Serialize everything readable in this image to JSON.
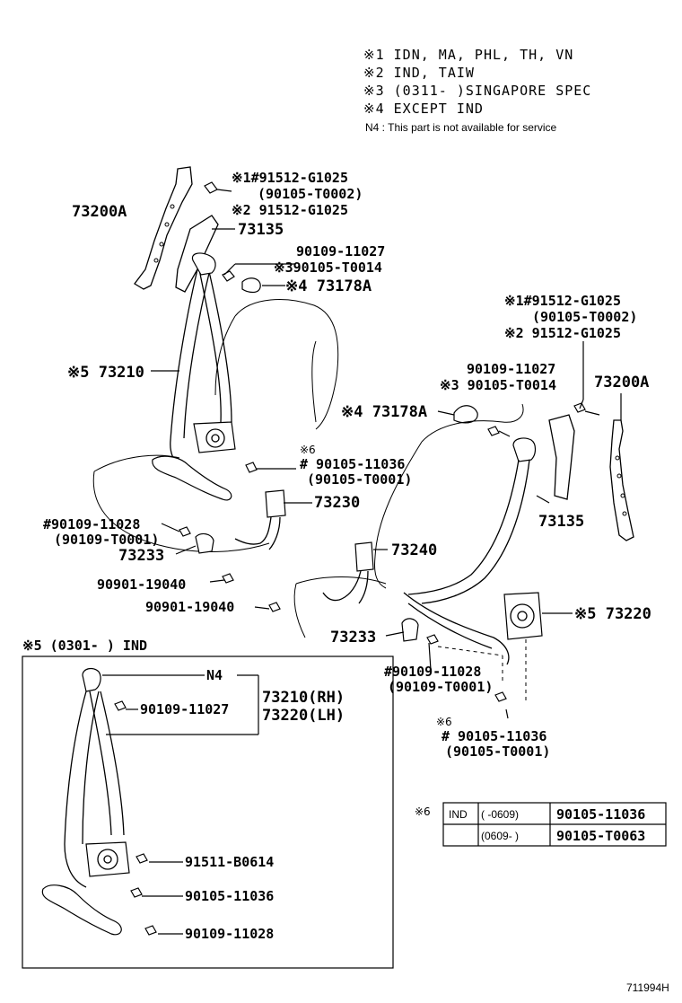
{
  "notes": [
    {
      "mark": "※1",
      "text": "IDN, MA, PHL, TH, VN"
    },
    {
      "mark": "※2",
      "text": "IND, TAIW"
    },
    {
      "mark": "※3",
      "text": "(0311-      )SINGAPORE SPEC"
    },
    {
      "mark": "※4",
      "text": "EXCEPT IND"
    }
  ],
  "n4_note": "N4 :  This part is not available for service",
  "labels": {
    "l_73200A_left": "73200A",
    "l_73135_left": "73135",
    "l_x1_a": "※1#91512-G1025",
    "l_paren_a": "(90105-T0002)",
    "l_x2_a": "※2  91512-G1025",
    "l_90109_11027_a": "90109-11027",
    "l_x3_a": "※390105-T0014",
    "l_x4_73178A_a": "※4 73178A",
    "l_x5_73210": "※5 73210",
    "l_x1_b": "※1#91512-G1025",
    "l_paren_b": "(90105-T0002)",
    "l_x2_b": "※2  91512-G1025",
    "l_90109_11027_b": "90109-11027",
    "l_x3_b": "※3 90105-T0014",
    "l_73200A_right": "73200A",
    "l_x4_73178A_b": "※4 73178A",
    "l_x6_a": "※6",
    "l_90105_11036_a": "# 90105-11036",
    "l_90105_T0001_a": "(90105-T0001)",
    "l_73230": "73230",
    "l_90109_11028_a": "#90109-11028",
    "l_90109_T0001_a": "(90109-T0001)",
    "l_73233_a": "73233",
    "l_73135_right": "73135",
    "l_73240": "73240",
    "l_90901_19040_a": "90901-19040",
    "l_90901_19040_b": "90901-19040",
    "l_x5_73220": "※5 73220",
    "l_73233_b": "73233",
    "l_x5_ind": "※5 (0301-        ) IND",
    "l_90109_11028_b": "#90109-11028",
    "l_90109_T0001_b": "(90109-T0001)",
    "l_x6_b": "※6",
    "l_90105_11036_b": "# 90105-11036",
    "l_90105_T0001_b": "(90105-T0001)",
    "l_n4": "N4",
    "l_73210_rh": "73210(RH)",
    "l_73220_lh": "73220(LH)",
    "l_90109_11027_c": "90109-11027",
    "l_91511_B0614": "91511-B0614",
    "l_90105_11036_c": "90105-11036",
    "l_90109_11028_c": "90109-11028",
    "l_x6_table": "※6",
    "l_figure_id": "711994H"
  },
  "table_x6": {
    "region": "IND",
    "rows": [
      {
        "range": "(        -0609)",
        "part": "90105-11036"
      },
      {
        "range": "(0609-        )",
        "part": "90105-T0063"
      }
    ]
  }
}
